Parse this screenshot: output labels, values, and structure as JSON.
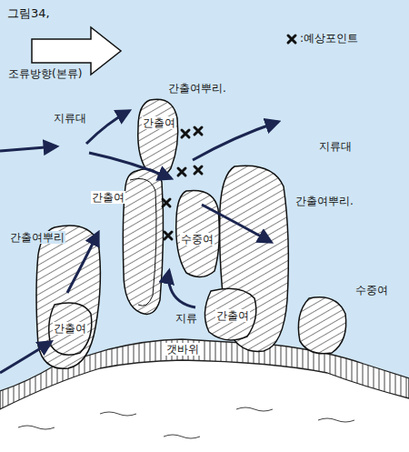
{
  "diagram": {
    "title": "그림34,",
    "labels": [
      "조류방향(본류)",
      "간출여뿌리.",
      "지류대",
      "간출여",
      "지류대",
      "간출여",
      "수중여",
      "간출여뿌리.",
      "간출여뿌리",
      "수중여",
      "간출여",
      "지류",
      "간출여",
      "갯바위"
    ],
    "legend": [
      {
        "text": ":예상포인트"
      }
    ]
  }
}
